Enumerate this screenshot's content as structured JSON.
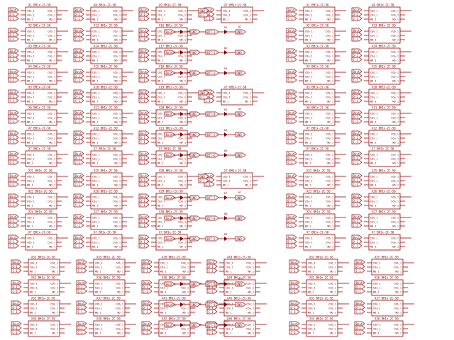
{
  "schematic": {
    "colors": {
      "background": "#ffffff",
      "symbol": "#8b0000",
      "wire": "#a00000",
      "text": "#7a0000",
      "port_fill": "#ffffff"
    },
    "part_value": "BH1x-2C-50",
    "pin_labels": {
      "left": [
        "COb_1",
        "COa_1",
        "WD_1"
      ],
      "right": [
        "COb_1",
        "COa_1",
        "WD_1"
      ]
    },
    "blocks": [
      {
        "rows": [
          [
            "X1",
            "X8",
            "X9",
            "X?"
          ],
          [
            "X2",
            "X13",
            "X16",
            "X?"
          ],
          [
            "X3",
            "X14",
            "X17",
            "X?"
          ],
          [
            "X4",
            "X15",
            "X18",
            "X?"
          ]
        ],
        "terminations": [
          {
            "ports": [
              "GND",
              "BIT-1"
            ],
            "symbol": "D1"
          },
          {
            "ports": [
              "GND",
              "BIT-2"
            ],
            "symbol": "D2"
          },
          {
            "ports": [
              "GND",
              "BIT-3"
            ],
            "symbol": "D3"
          }
        ]
      },
      {
        "rows": [
          [
            "X5",
            "X10",
            "X19",
            "X?"
          ],
          [
            "X6",
            "X11",
            "X20",
            "X?"
          ],
          [
            "X7",
            "X12",
            "X21",
            "X?"
          ],
          [
            "X?",
            "X?",
            "X?",
            "X?"
          ]
        ],
        "terminations": [
          {
            "ports": [
              "GND",
              "BIT-4"
            ],
            "symbol": "D4"
          },
          {
            "ports": [
              "GND",
              "BIT-5"
            ],
            "symbol": "D5"
          },
          {
            "ports": [
              "GND",
              "BIT-6"
            ],
            "symbol": "D6"
          }
        ]
      },
      {
        "rows": [
          [
            "X22",
            "X25",
            "X28",
            "X?"
          ],
          [
            "X23",
            "X26",
            "X29",
            "X?"
          ],
          [
            "X24",
            "X27",
            "X30",
            "X?"
          ],
          [
            "X?",
            "X?",
            "X?",
            "X?"
          ]
        ],
        "terminations": [
          {
            "ports": [
              "GND",
              "BIT-7"
            ],
            "symbol": "D7"
          },
          {
            "ports": [
              "GND",
              "BIT-8"
            ],
            "symbol": "D8"
          },
          {
            "ports": [
              "GND",
              "BIT-9"
            ],
            "symbol": "D9"
          }
        ]
      },
      {
        "rows": [
          [
            "X31",
            "X35",
            "X39",
            "X43"
          ],
          [
            "X32",
            "X36",
            "X40",
            "X44"
          ],
          [
            "X33",
            "X37",
            "X41",
            "X45"
          ],
          [
            "X34",
            "X38",
            "X42",
            "X46"
          ]
        ],
        "terminations": [
          {
            "ports": [
              "GND",
              "BIT-10"
            ],
            "symbol": "D10"
          },
          {
            "ports": [
              "GND",
              "BIT-11"
            ],
            "symbol": "D11"
          },
          {
            "ports": [
              "GND",
              "BIT-12"
            ],
            "symbol": "D12"
          }
        ]
      }
    ]
  }
}
